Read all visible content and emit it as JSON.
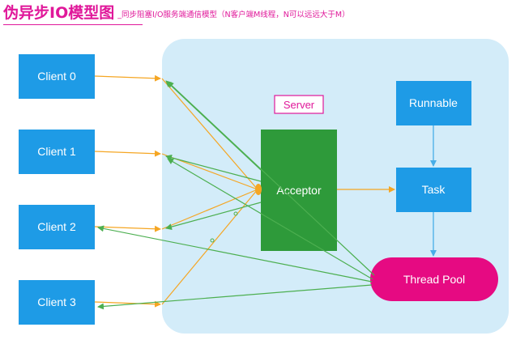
{
  "title": {
    "main": "伪异步IO模型图",
    "sub": "_同步阻塞I/O服务端通信模型（N客户端M线程，N可以远远大于M）"
  },
  "nodes": {
    "client0": "Client 0",
    "client1": "Client 1",
    "client2": "Client 2",
    "client3": "Client 3",
    "server": "Server",
    "acceptor": "Acceptor",
    "runnable": "Runnable",
    "task": "Task",
    "thread_pool": "Thread Pool"
  },
  "colors": {
    "client_fill": "#1e9be6",
    "server_bg": "#d3ecf9",
    "server_label": "#e0189a",
    "acceptor_fill": "#2e9a3a",
    "thread_pool_fill": "#e60a82",
    "request_arrow": "#f5a623",
    "response_arrow": "#4caf50",
    "internal_arrow": "#48aee8",
    "title": "#e0189a"
  }
}
